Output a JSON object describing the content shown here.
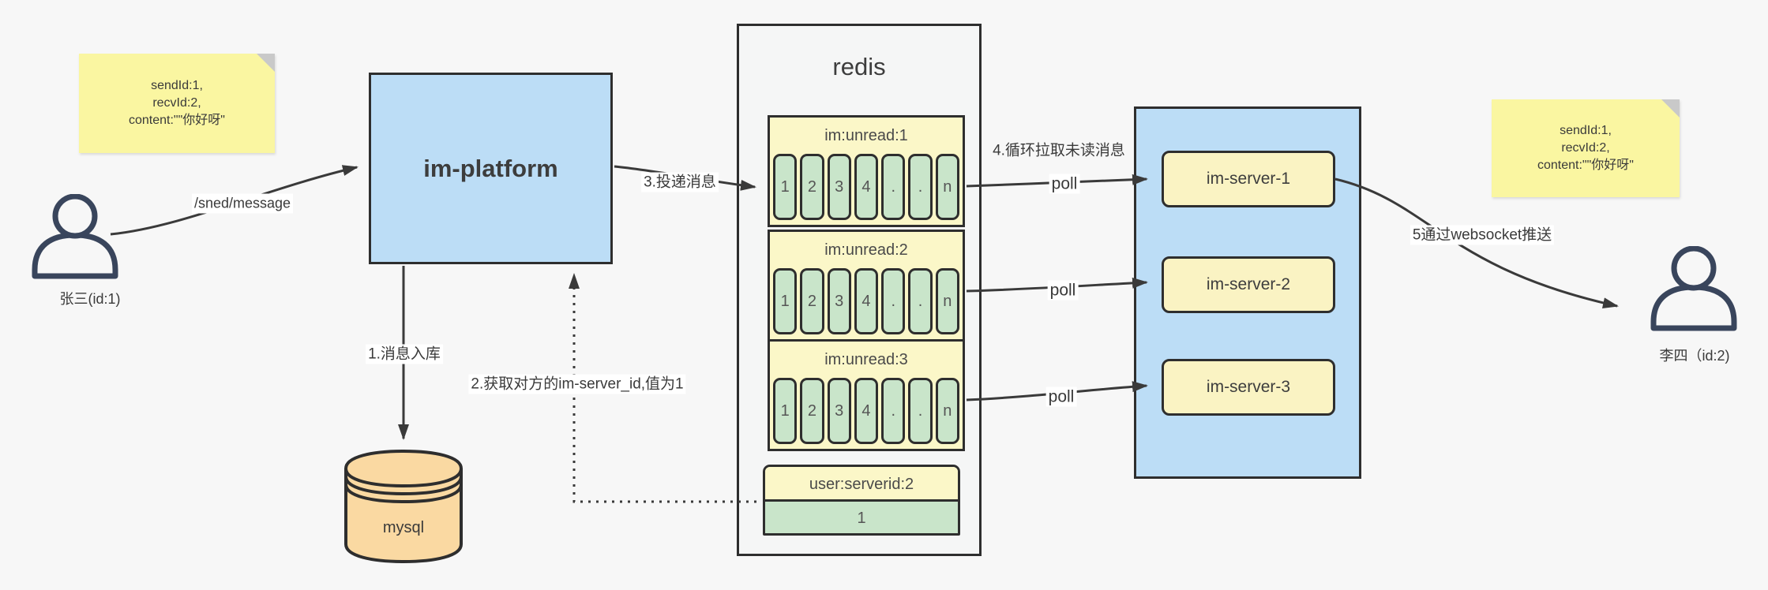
{
  "notes": {
    "sender": {
      "lines": [
        "sendId:1,",
        "recvId:2,",
        "content:\"\"你好呀\""
      ]
    },
    "receiver": {
      "lines": [
        "sendId:1,",
        "recvId:2,",
        "content:\"\"你好呀\""
      ]
    }
  },
  "actors": {
    "sender": {
      "label": "张三(id:1)"
    },
    "receiver": {
      "label": "李四（id:2)"
    }
  },
  "platform": {
    "label": "im-platform"
  },
  "database": {
    "label": "mysql"
  },
  "redis": {
    "title": "redis",
    "queues": [
      {
        "name": "im:unread:1",
        "cells": [
          "1",
          "2",
          "3",
          "4",
          ".",
          ".",
          "n"
        ]
      },
      {
        "name": "im:unread:2",
        "cells": [
          "1",
          "2",
          "3",
          "4",
          ".",
          ".",
          "n"
        ]
      },
      {
        "name": "im:unread:3",
        "cells": [
          "1",
          "2",
          "3",
          "4",
          ".",
          ".",
          "n"
        ]
      }
    ],
    "kv": {
      "name": "user:serverid:2",
      "value": "1"
    }
  },
  "server_cluster": {
    "items": [
      {
        "label": "im-server-1"
      },
      {
        "label": "im-server-2"
      },
      {
        "label": "im-server-3"
      }
    ]
  },
  "labels": {
    "send_path": "/sned/message",
    "step1": "1.消息入库",
    "step2": "2.获取对方的im-server_id,值为1",
    "step3": "3.投递消息",
    "step4": "4.循环拉取未读消息",
    "step5": "5通过websocket推送",
    "poll": "poll"
  },
  "colors": {
    "box_blue": "#bcddf6",
    "note_yellow": "#faf6a1",
    "key_yellow": "#fbf7c8",
    "cell_green": "#c9e5ca",
    "db_tan": "#fad9a2",
    "panel_gray": "#f5f6f6",
    "line_dark": "#3a3a3a"
  }
}
